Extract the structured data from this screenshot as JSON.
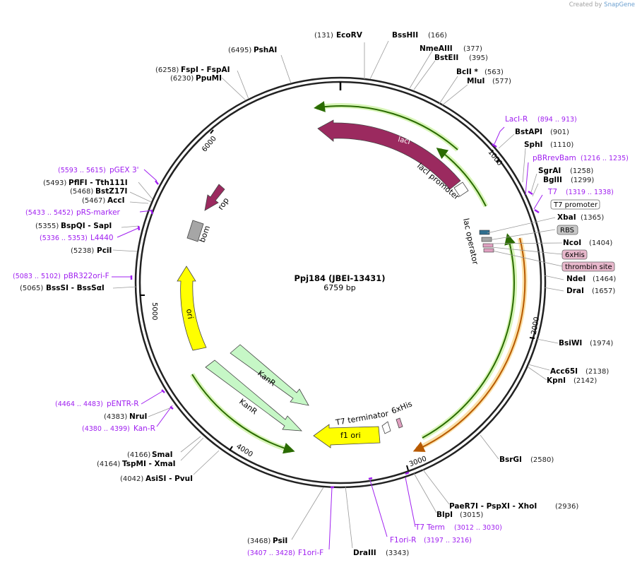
{
  "credit": {
    "prefix": "Created by",
    "brand": "SnapGene"
  },
  "plasmid": {
    "name": "Ppj184 (JBEI-13431)",
    "length_label": "6759 bp"
  },
  "ticks": [
    "1000",
    "2000",
    "3000",
    "4000",
    "5000",
    "6000"
  ],
  "features": [
    {
      "label": "lacI",
      "color": "#9b2a5f"
    },
    {
      "label": "lacI promoter",
      "color": "#ffffff"
    },
    {
      "label": "rop",
      "color": "#9b2a5f"
    },
    {
      "label": "bom",
      "color": "#a6a6a6"
    },
    {
      "label": "ori",
      "color": "#ffff00"
    },
    {
      "label": "KanR",
      "color": "#c6f7c6"
    },
    {
      "label": "KanR",
      "color": "#c6f7c6"
    },
    {
      "label": "f1 ori",
      "color": "#ffff00"
    },
    {
      "label": "T7 terminator",
      "color": "#ffffff"
    },
    {
      "label": "6xHis",
      "color": "#e0a0c0"
    },
    {
      "label": "lac operator",
      "color": "#ffffff"
    }
  ],
  "enzymes": [
    {
      "name": "EcoRV",
      "pos": "(131)"
    },
    {
      "name": "BssHII",
      "pos": "(166)"
    },
    {
      "name": "NmeAIII",
      "pos": "(377)"
    },
    {
      "name": "BstEII",
      "pos": "(395)"
    },
    {
      "name": "BclI *",
      "pos": "(563)"
    },
    {
      "name": "MluI",
      "pos": "(577)"
    },
    {
      "name": "BstAPI",
      "pos": "(901)"
    },
    {
      "name": "SphI",
      "pos": "(1110)"
    },
    {
      "name": "SgrAI",
      "pos": "(1258)"
    },
    {
      "name": "BglII",
      "pos": "(1299)"
    },
    {
      "name": "XbaI",
      "pos": "(1365)"
    },
    {
      "name": "NcoI",
      "pos": "(1404)"
    },
    {
      "name": "NdeI",
      "pos": "(1464)"
    },
    {
      "name": "DraI",
      "pos": "(1657)"
    },
    {
      "name": "BsiWI",
      "pos": "(1974)"
    },
    {
      "name": "Acc65I",
      "pos": "(2138)"
    },
    {
      "name": "KpnI",
      "pos": "(2142)"
    },
    {
      "name": "BsrGI",
      "pos": "(2580)"
    },
    {
      "name": "PaeR7I - PspXI - XhoI",
      "pos": "(2936)"
    },
    {
      "name": "BlpI",
      "pos": "(3015)"
    },
    {
      "name": "DraIII",
      "pos": "(3343)"
    },
    {
      "name": "PsiI",
      "pos": "(3468)"
    },
    {
      "name": "AsiSI - PvuI",
      "pos": "(4042)"
    },
    {
      "name": "TspMI - XmaI",
      "pos": "(4164)"
    },
    {
      "name": "SmaI",
      "pos": "(4166)"
    },
    {
      "name": "NruI",
      "pos": "(4383)"
    },
    {
      "name": "BssSI - BssSαI",
      "pos": "(5065)"
    },
    {
      "name": "PciI",
      "pos": "(5238)"
    },
    {
      "name": "BspQI - SapI",
      "pos": "(5355)"
    },
    {
      "name": "AccI",
      "pos": "(5467)"
    },
    {
      "name": "BstZ17I",
      "pos": "(5468)"
    },
    {
      "name": "PflFI - Tth111I",
      "pos": "(5493)"
    },
    {
      "name": "PpuMI",
      "pos": "(6230)"
    },
    {
      "name": "FspI - FspAI",
      "pos": "(6258)"
    },
    {
      "name": "PshAI",
      "pos": "(6495)"
    }
  ],
  "primers": [
    {
      "name": "LacI-R",
      "range": "(894 .. 913)"
    },
    {
      "name": "pBRrevBam",
      "range": "(1216 .. 1235)"
    },
    {
      "name": "T7",
      "range": "(1319 .. 1338)"
    },
    {
      "name": "T7 Term",
      "range": "(3012 .. 3030)"
    },
    {
      "name": "F1ori-R",
      "range": "(3197 .. 3216)"
    },
    {
      "name": "F1ori-F",
      "range": "(3407 .. 3428)"
    },
    {
      "name": "pENTR-R",
      "range": "(4464 .. 4483)"
    },
    {
      "name": "Kan-R",
      "range": "(4380 .. 4399)"
    },
    {
      "name": "pBR322ori-F",
      "range": "(5083 .. 5102)"
    },
    {
      "name": "L4440",
      "range": "(5336 .. 5353)"
    },
    {
      "name": "pRS-marker",
      "range": "(5433 .. 5452)"
    },
    {
      "name": "pGEX 3'",
      "range": "(5593 .. 5615)"
    }
  ],
  "boxed_labels": [
    {
      "label": "T7 promoter",
      "fill": "#ffffff"
    },
    {
      "label": "RBS",
      "fill": "#c8c8c8"
    },
    {
      "label": "6xHis",
      "fill": "#e8b8cc"
    },
    {
      "label": "thrombin site",
      "fill": "#e8b8cc"
    }
  ]
}
